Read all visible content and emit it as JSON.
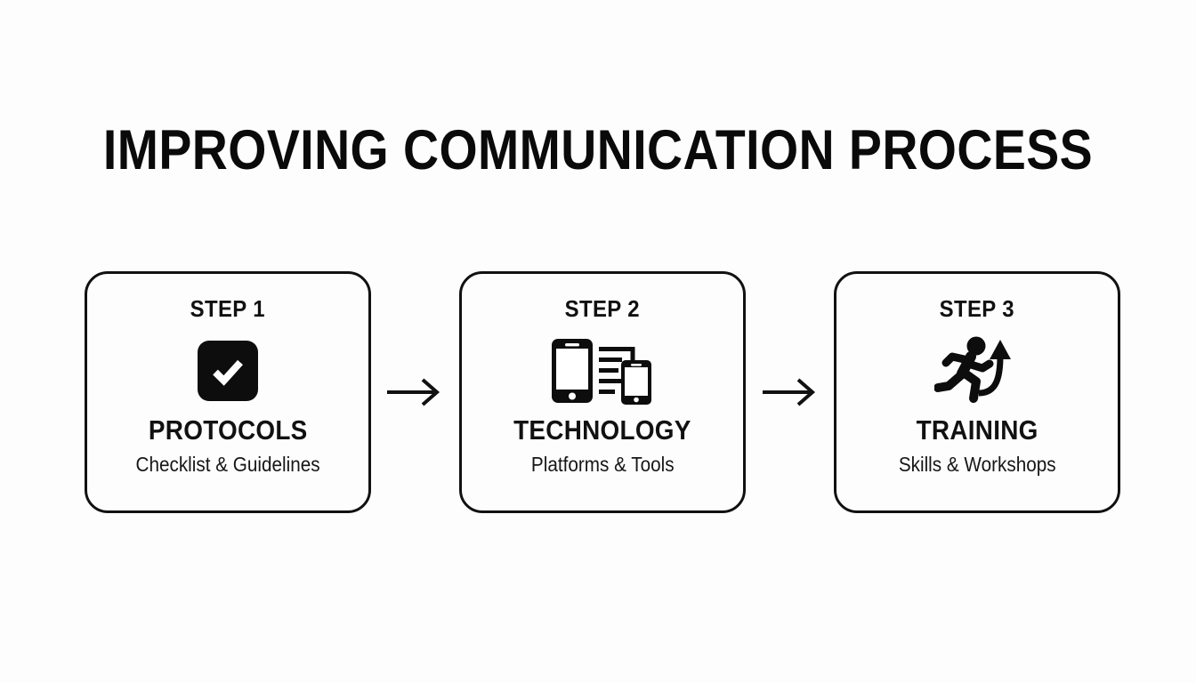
{
  "slide": {
    "title": "IMPROVING COMMUNICATION PROCESS",
    "background_color": "#fdfdfd",
    "ink_color": "#111111"
  },
  "steps": [
    {
      "step_label": "STEP 1",
      "icon": "checkbox-check-icon",
      "title": "PROTOCOLS",
      "subtitle": "Checklist & Guidelines"
    },
    {
      "step_label": "STEP 2",
      "icon": "mobile-devices-icon",
      "title": "TECHNOLOGY",
      "subtitle": "Platforms & Tools"
    },
    {
      "step_label": "STEP 3",
      "icon": "running-person-arrow-icon",
      "title": "TRAINING",
      "subtitle": "Skills & Workshops"
    }
  ],
  "connectors": [
    {
      "icon": "arrow-right-icon"
    },
    {
      "icon": "arrow-right-icon"
    }
  ]
}
